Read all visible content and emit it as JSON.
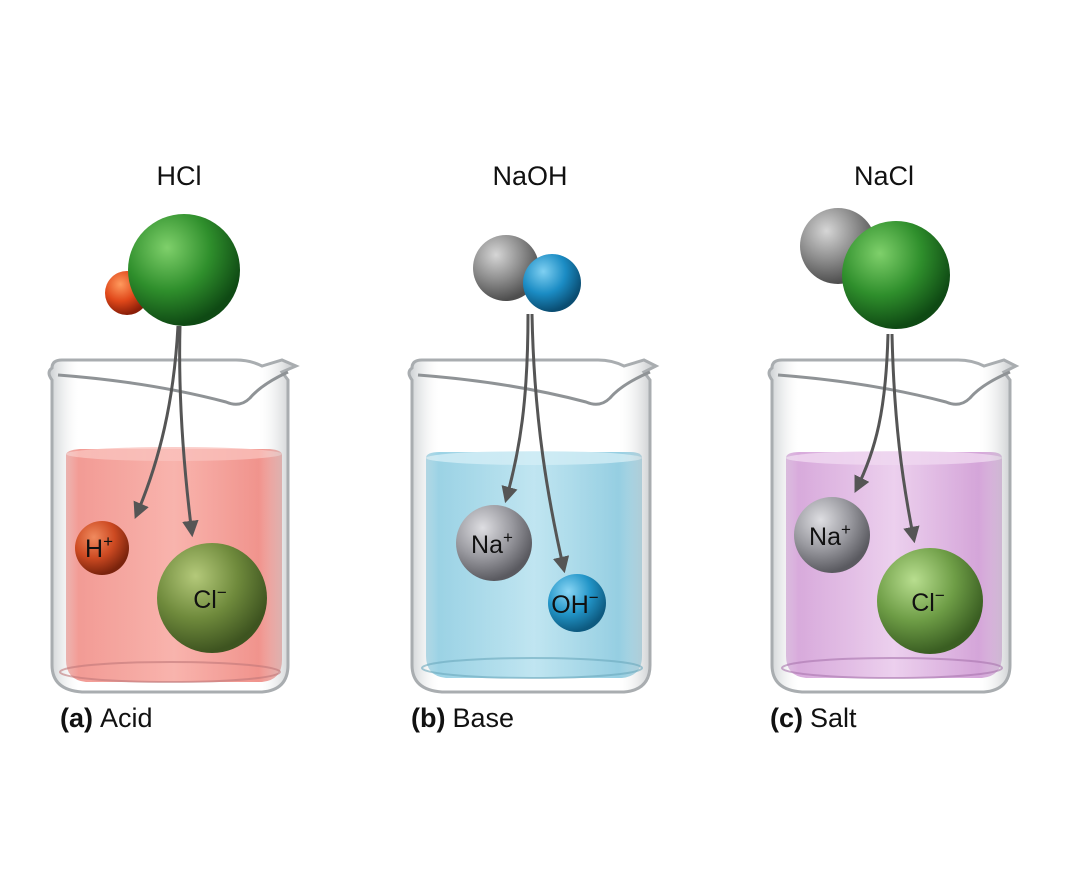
{
  "panels": [
    {
      "id": "a",
      "formula": "HCl",
      "caption_letter": "(a)",
      "caption_text": "Acid",
      "liquid_color": "#f3877f",
      "ions": [
        {
          "base": "H",
          "charge": "+",
          "color": "#d2441c"
        },
        {
          "base": "Cl",
          "charge": "−",
          "color": "#6f8a3c"
        }
      ]
    },
    {
      "id": "b",
      "formula": "NaOH",
      "caption_letter": "(b)",
      "caption_text": "Base",
      "liquid_color": "#8ccde3",
      "ions": [
        {
          "base": "Na",
          "charge": "+",
          "color": "#8e8e94"
        },
        {
          "base": "OH",
          "charge": "−",
          "color": "#1f8fc0"
        }
      ]
    },
    {
      "id": "c",
      "formula": "NaCl",
      "caption_letter": "(c)",
      "caption_text": "Salt",
      "liquid_color": "#d49ad8",
      "ions": [
        {
          "base": "Na",
          "charge": "+",
          "color": "#8e8e94"
        },
        {
          "base": "Cl",
          "charge": "−",
          "color": "#6f9a45"
        }
      ]
    }
  ],
  "colors": {
    "chlorine": "#3c9a3a",
    "hydrogen": "#e04a17",
    "sodium": "#8f8f8f",
    "hydroxide": "#1e8fc4",
    "arrow": "#555555",
    "glass": "#b9bdc0"
  }
}
